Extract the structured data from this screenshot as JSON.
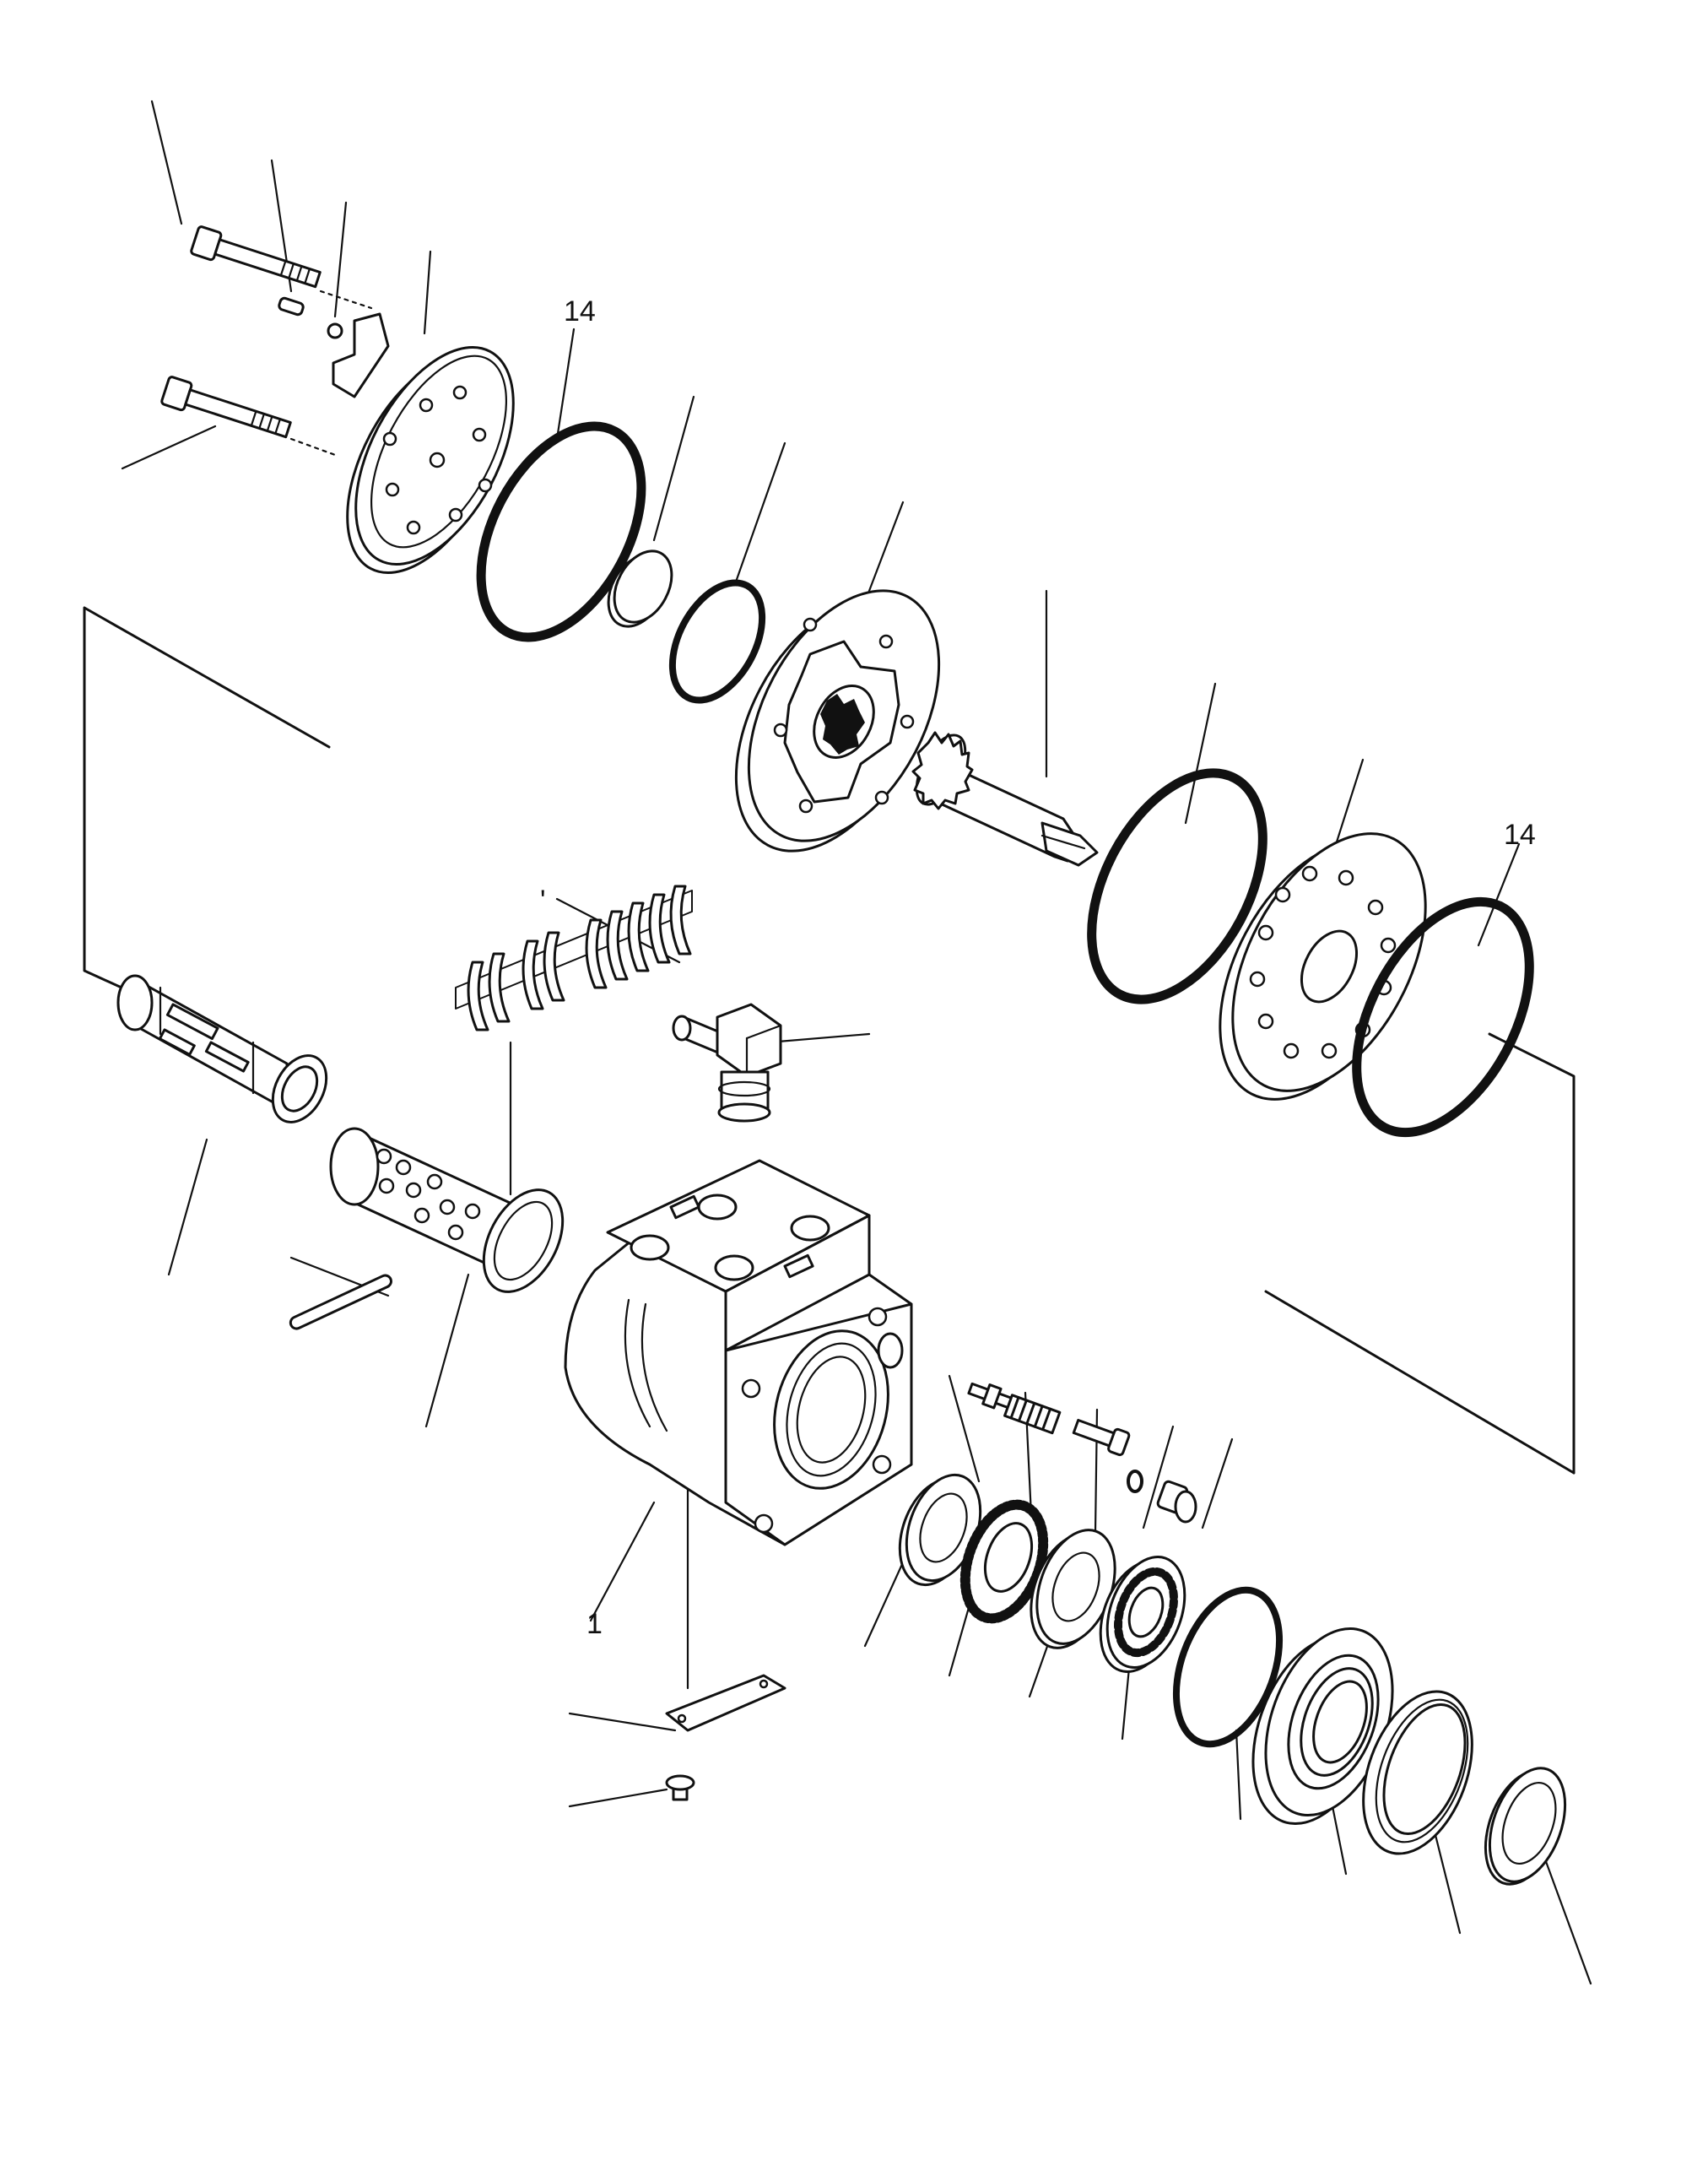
{
  "diagram": {
    "part_labels": {
      "o_ring_top": "14",
      "o_ring_right": "14",
      "housing": "1",
      "spring_set": "'"
    },
    "colors": {
      "ink": "#111111",
      "paper": "#ffffff"
    }
  }
}
